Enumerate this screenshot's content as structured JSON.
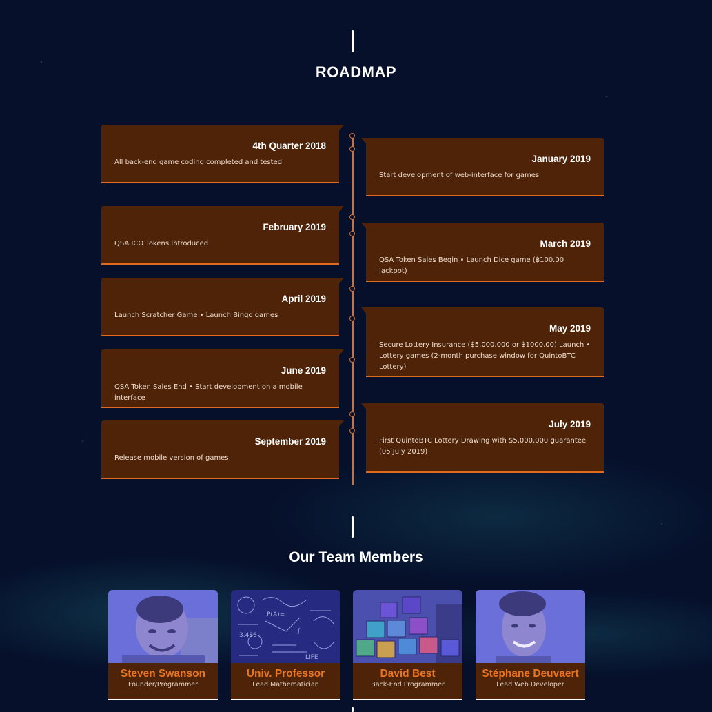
{
  "roadmap": {
    "title": "ROADMAP",
    "left": [
      {
        "title": "4th Quarter 2018",
        "desc": "All back-end game coding completed and tested."
      },
      {
        "title": "February 2019",
        "desc": "QSA ICO Tokens Introduced"
      },
      {
        "title": "April 2019",
        "desc": "Launch Scratcher Game • Launch Bingo games"
      },
      {
        "title": "June 2019",
        "desc": "QSA Token Sales End • Start development on a mobile interface"
      },
      {
        "title": "September 2019",
        "desc": "Release mobile version of games"
      }
    ],
    "right": [
      {
        "title": "January 2019",
        "desc": "Start development of web-interface for games"
      },
      {
        "title": "March 2019",
        "desc": "QSA Token Sales Begin • Launch Dice game (฿100.00 Jackpot)"
      },
      {
        "title": "May 2019",
        "desc": "Secure Lottery Insurance ($5,000,000 or ฿1000.00) Launch • Lottery games (2-month purchase window for QuintoBTC Lottery)"
      },
      {
        "title": "July 2019",
        "desc": "First QuintoBTC Lottery Drawing with $5,000,000 guarantee (05 July 2019)"
      }
    ]
  },
  "team": {
    "title": "Our Team Members",
    "members": [
      {
        "name": "Steven Swanson",
        "role": "Founder/Programmer"
      },
      {
        "name": "Univ. Professor",
        "role": "Lead Mathematician"
      },
      {
        "name": "David Best",
        "role": "Back-End Programmer"
      },
      {
        "name": "Stéphane Deuvaert",
        "role": "Lead Web Developer"
      }
    ]
  },
  "colors": {
    "background": "#06102b",
    "card": "#4e2308",
    "accent": "#e06a1f",
    "photo_tint": "#5b5fd6"
  }
}
